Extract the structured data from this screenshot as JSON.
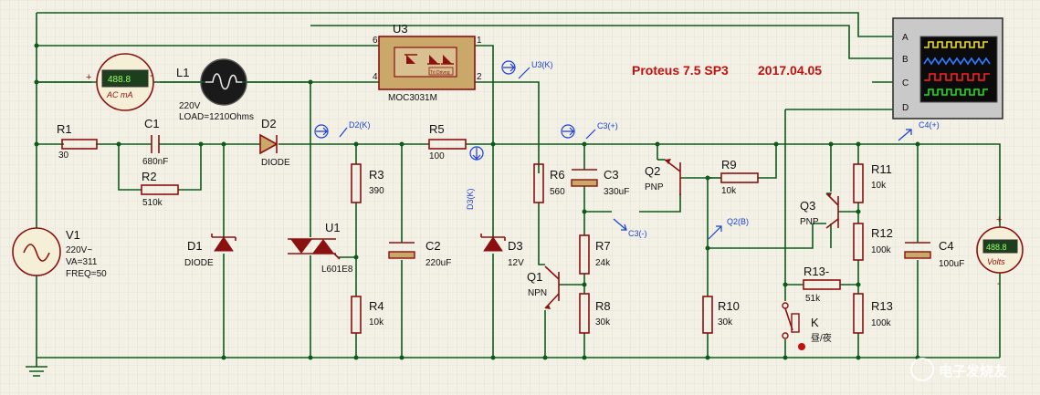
{
  "title": "Proteus 7.5 SP3",
  "date": "2017.04.05",
  "watermark": "电子发烧友",
  "components": [
    {
      "id": "R1",
      "label": "R1",
      "value": "30"
    },
    {
      "id": "C1",
      "label": "C1",
      "value": "680nF"
    },
    {
      "id": "R2",
      "label": "R2",
      "value": "510k"
    },
    {
      "id": "L1",
      "label": "L1",
      "value": "220V",
      "value2": "LOAD=1210Ohms"
    },
    {
      "id": "D2",
      "label": "D2",
      "value": "DIODE"
    },
    {
      "id": "U3",
      "label": "U3",
      "value": "MOC3031M"
    },
    {
      "id": "R5",
      "label": "R5",
      "value": "100"
    },
    {
      "id": "R3",
      "label": "R3",
      "value": "390"
    },
    {
      "id": "R4",
      "label": "R4",
      "value": "10k"
    },
    {
      "id": "C2",
      "label": "C2",
      "value": "220uF"
    },
    {
      "id": "D3",
      "label": "D3",
      "value": "12V"
    },
    {
      "id": "U1",
      "label": "U1",
      "value": "L601E8"
    },
    {
      "id": "D1",
      "label": "D1",
      "value": "DIODE"
    },
    {
      "id": "V1",
      "label": "V1",
      "value": "220V~",
      "value2": "VA=311",
      "value3": "FREQ=50"
    },
    {
      "id": "R6",
      "label": "R6",
      "value": "560"
    },
    {
      "id": "C3",
      "label": "C3",
      "value": "330uF"
    },
    {
      "id": "Q1",
      "label": "Q1",
      "value": "NPN"
    },
    {
      "id": "R7",
      "label": "R7",
      "value": "24k"
    },
    {
      "id": "R8",
      "label": "R8",
      "value": "30k"
    },
    {
      "id": "Q2",
      "label": "Q2",
      "value": "PNP"
    },
    {
      "id": "R9",
      "label": "R9",
      "value": "10k"
    },
    {
      "id": "R10",
      "label": "R10",
      "value": "30k"
    },
    {
      "id": "Q3",
      "label": "Q3",
      "value": "PNP"
    },
    {
      "id": "R11",
      "label": "R11",
      "value": "10k"
    },
    {
      "id": "R12",
      "label": "R12",
      "value": "100k"
    },
    {
      "id": "R13a",
      "label": "R13-",
      "value": "51k"
    },
    {
      "id": "R13b",
      "label": "R13",
      "value": "100k"
    },
    {
      "id": "K",
      "label": "K",
      "value": "昼/夜"
    },
    {
      "id": "C4",
      "label": "C4",
      "value": "100uF"
    }
  ],
  "probes": [
    "D2(K)",
    "D3(K)",
    "U3(K)",
    "C3(+)",
    "C3(-)",
    "Q2(B)",
    "C4(+)"
  ],
  "pins": {
    "u3": [
      "6",
      "4",
      "1",
      "2"
    ],
    "scope": [
      "A",
      "B",
      "C",
      "D"
    ]
  },
  "meters": {
    "ammeter": "AC mA",
    "ammeter_reading": "488.8",
    "voltmeter": "Volts",
    "voltmeter_reading": "488.8",
    "plus": "+",
    "minus": "-"
  },
  "lamp_label": "Tri Drivng"
}
